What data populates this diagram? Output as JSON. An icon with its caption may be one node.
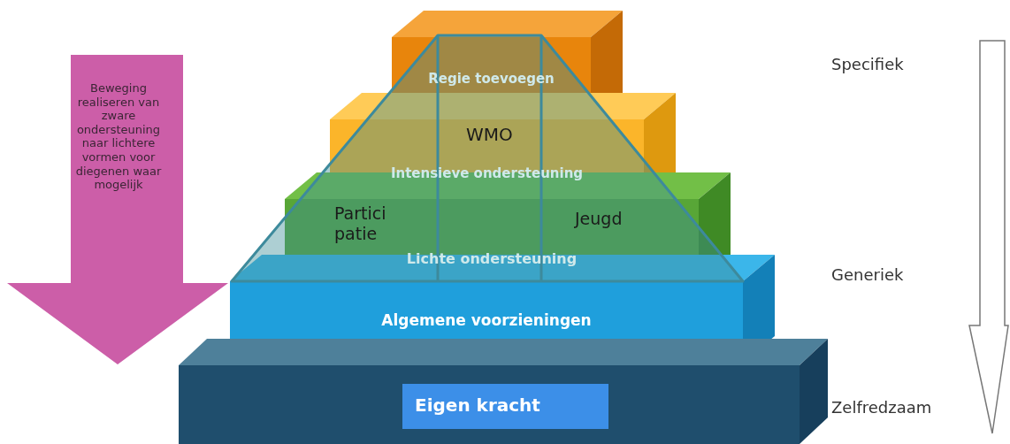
{
  "diagram": {
    "nodes": [
      {
        "text": [
          "Beweging realiseren van zware ondersteuning naar lichtere vormen voor diegenen waar mogelijk"
        ]
      },
      {
        "text": [
          "Regie toevoegen"
        ]
      },
      {
        "text": [
          "Intensieve ondersteuning"
        ]
      },
      {
        "text": [
          "Lichte ondersteuning"
        ]
      },
      {
        "text": [
          "Algemene voorzieningen"
        ]
      },
      {
        "text": [
          "Eigen kracht"
        ]
      }
    ],
    "labels": [
      "Specifiek",
      "WMO",
      "Partici patie",
      "Jeugd",
      "Generiek",
      "Zelfredzaam"
    ]
  }
}
